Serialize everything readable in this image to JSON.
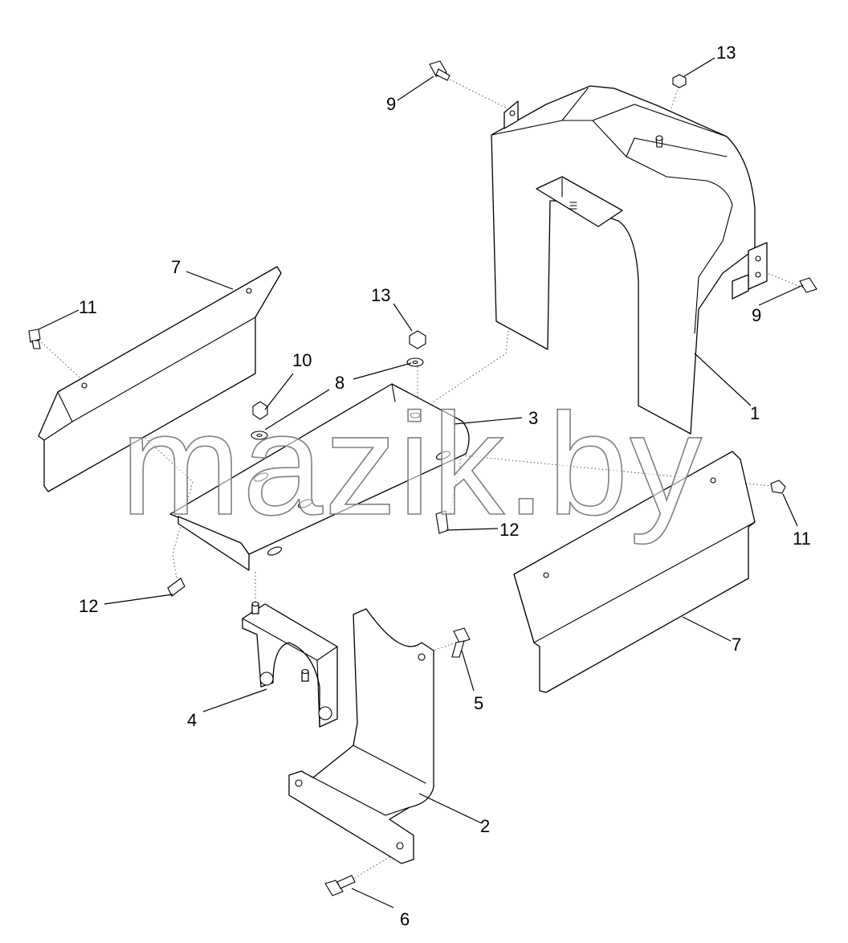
{
  "watermark": "mazik.by",
  "callouts": {
    "c1": "1",
    "c2": "2",
    "c3": "3",
    "c4": "4",
    "c5": "5",
    "c6": "6",
    "c7a": "7",
    "c7b": "7",
    "c8": "8",
    "c9a": "9",
    "c9b": "9",
    "c10": "10",
    "c11a": "11",
    "c11b": "11",
    "c12a": "12",
    "c12b": "12",
    "c13a": "13",
    "c13b": "13"
  }
}
